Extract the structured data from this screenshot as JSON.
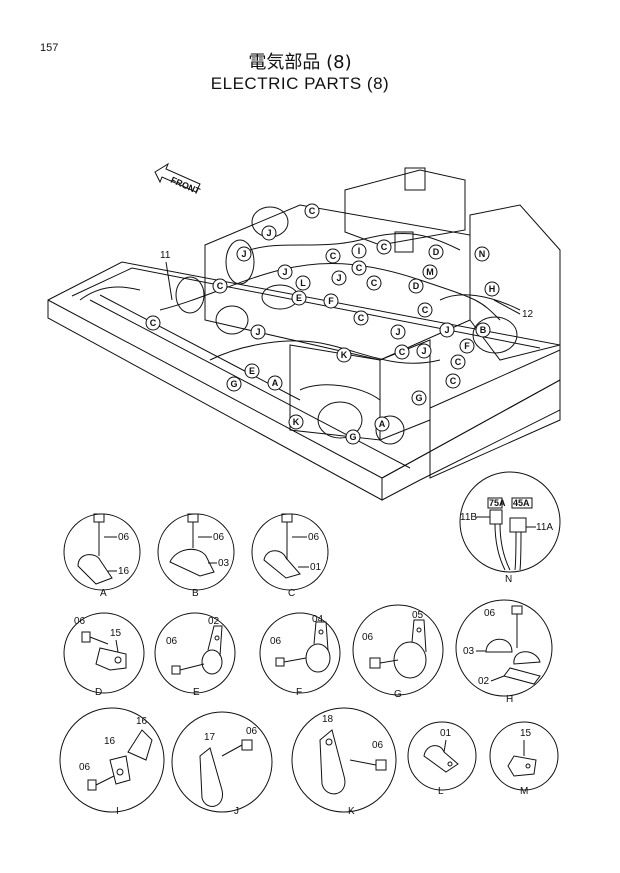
{
  "page": {
    "number": "157",
    "title_jp": "電気部品 (8)",
    "title_en": "ELECTRIC PARTS (8)"
  },
  "main_diagram": {
    "front_arrow": "FRONT",
    "part_labels": [
      "11",
      "12"
    ],
    "callouts": [
      {
        "id": "c1",
        "letter": "C"
      },
      {
        "id": "c2",
        "letter": "J"
      },
      {
        "id": "c3",
        "letter": "C"
      },
      {
        "id": "c4",
        "letter": "I"
      },
      {
        "id": "c5",
        "letter": "C"
      },
      {
        "id": "c6",
        "letter": "D"
      },
      {
        "id": "c7",
        "letter": "N"
      },
      {
        "id": "c8",
        "letter": "M"
      },
      {
        "id": "c9",
        "letter": "J"
      },
      {
        "id": "c10",
        "letter": "C"
      },
      {
        "id": "c11",
        "letter": "J"
      },
      {
        "id": "c12",
        "letter": "L"
      },
      {
        "id": "c13",
        "letter": "J"
      },
      {
        "id": "c14",
        "letter": "C"
      },
      {
        "id": "c15",
        "letter": "C"
      },
      {
        "id": "c16",
        "letter": "D"
      },
      {
        "id": "c17",
        "letter": "H"
      },
      {
        "id": "c18",
        "letter": "C"
      },
      {
        "id": "c19",
        "letter": "J"
      },
      {
        "id": "c20",
        "letter": "C"
      },
      {
        "id": "c21",
        "letter": "J"
      },
      {
        "id": "c22",
        "letter": "C"
      },
      {
        "id": "c23",
        "letter": "B"
      },
      {
        "id": "c24",
        "letter": "J"
      },
      {
        "id": "c25",
        "letter": "F"
      },
      {
        "id": "c26",
        "letter": "K"
      },
      {
        "id": "c27",
        "letter": "C"
      },
      {
        "id": "c28",
        "letter": "E"
      },
      {
        "id": "c29",
        "letter": "C"
      },
      {
        "id": "c30",
        "letter": "G"
      },
      {
        "id": "c31",
        "letter": "A"
      },
      {
        "id": "c32",
        "letter": "C"
      },
      {
        "id": "c33",
        "letter": "G"
      },
      {
        "id": "c34",
        "letter": "K"
      },
      {
        "id": "c35",
        "letter": "G"
      },
      {
        "id": "c36",
        "letter": "A"
      },
      {
        "id": "c37",
        "letter": "F"
      },
      {
        "id": "c38",
        "letter": "E"
      },
      {
        "id": "c39",
        "letter": "J"
      }
    ]
  },
  "detail_n": {
    "letter": "N",
    "labels": [
      "75A",
      "45A",
      "11B",
      "11A"
    ]
  },
  "details": [
    {
      "letter": "A",
      "parts": [
        "06",
        "16"
      ]
    },
    {
      "letter": "B",
      "parts": [
        "06",
        "03"
      ]
    },
    {
      "letter": "C",
      "parts": [
        "06",
        "01"
      ]
    },
    {
      "letter": "D",
      "parts": [
        "06",
        "15"
      ]
    },
    {
      "letter": "E",
      "parts": [
        "06",
        "02"
      ]
    },
    {
      "letter": "F",
      "parts": [
        "06",
        "04"
      ]
    },
    {
      "letter": "G",
      "parts": [
        "06",
        "05"
      ]
    },
    {
      "letter": "H",
      "parts": [
        "06",
        "03",
        "02"
      ]
    },
    {
      "letter": "I",
      "parts": [
        "16",
        "16",
        "06"
      ]
    },
    {
      "letter": "J",
      "parts": [
        "17",
        "06"
      ]
    },
    {
      "letter": "K",
      "parts": [
        "18",
        "06"
      ]
    },
    {
      "letter": "L",
      "parts": [
        "01"
      ]
    },
    {
      "letter": "M",
      "parts": [
        "15"
      ]
    }
  ]
}
